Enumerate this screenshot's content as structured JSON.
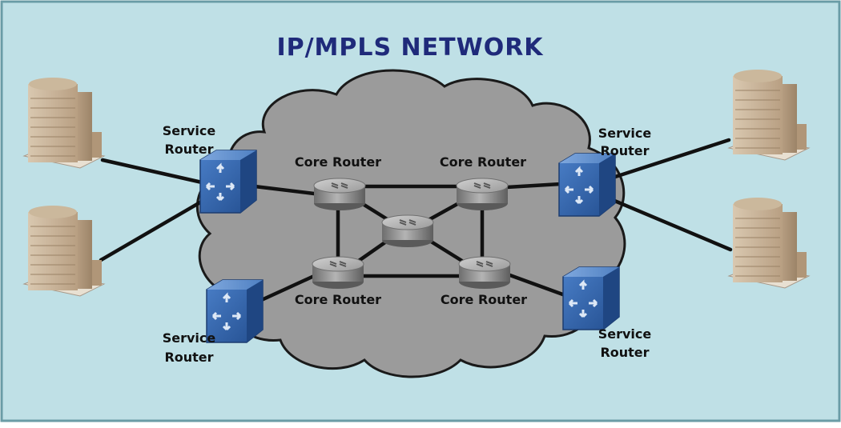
{
  "diagram": {
    "title": "IP/MPLS NETWORK",
    "core_router_label": "Core Router",
    "service_router_label_line1": "Service",
    "service_router_label_line2": "Router"
  },
  "colors": {
    "background": "#bfe0e6",
    "frame": "#6a9ca6",
    "cloud_fill": "#9b9b9b",
    "cloud_stroke": "#1a1a1a",
    "title": "#1f2a7a",
    "label": "#111111",
    "link": "#111111",
    "service_router": "#2f5fa8",
    "core_router": "#8a8a8a",
    "building": "#c8b49a"
  },
  "nodes": {
    "buildings": [
      "building-top-left",
      "building-bottom-left",
      "building-top-right",
      "building-bottom-right"
    ],
    "service_routers": [
      "service-router-top-left",
      "service-router-bottom-left",
      "service-router-top-right",
      "service-router-bottom-right"
    ],
    "core_routers": [
      "core-router-top-left",
      "core-router-top-right",
      "core-router-center",
      "core-router-bottom-left",
      "core-router-bottom-right"
    ]
  }
}
